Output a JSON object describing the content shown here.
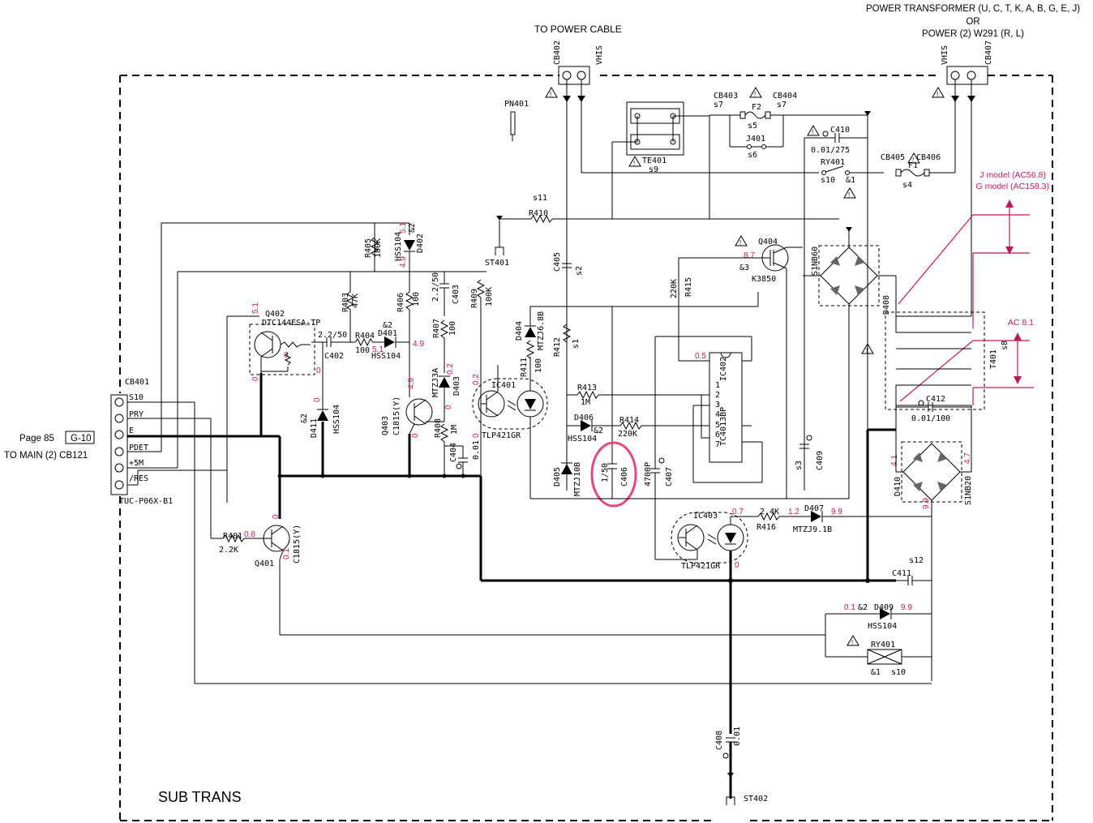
{
  "title": "SUB TRANS",
  "headers": {
    "power_cable": "TO POWER CABLE",
    "transformer_line1": "POWER TRANSFORMER (U, C, T, K, A, B, G, E, J)",
    "transformer_line2": "OR",
    "transformer_line3": "POWER (2) W291 (R, L)"
  },
  "page_ref": {
    "page": "Page 85",
    "grid": "G-10",
    "to": "TO MAIN (2) CB121"
  },
  "connector_cb401": {
    "name": "CB401",
    "pins": [
      "S10",
      "PRY",
      "E",
      "PDET",
      "+5M",
      "/RES"
    ],
    "part": "TUC-P06X-B1"
  },
  "model_notes": {
    "j_model": "J model (AC56.8)",
    "g_model": "G model (AC158.3)",
    "ac_voltage": "AC 8.1"
  },
  "connectors": {
    "cb402": "CB402",
    "cb407": "CB407",
    "vhis": "VHIS",
    "cb403": "CB403",
    "cb404": "CB404",
    "cb405": "CB405",
    "cb406": "CB406",
    "s7": "s7",
    "s5": "s5",
    "s6": "s6",
    "s4": "s4",
    "s9": "s9",
    "s10_1": "s10",
    "s11": "s11",
    "s1": "s1",
    "s2": "s2",
    "s3": "s3",
    "s8": "s8",
    "s12": "s12",
    "s10_2": "s10",
    "amp1": "&1",
    "amp2": "&2",
    "amp3": "&3"
  },
  "parts": {
    "pn401": "PN401",
    "te401": "TE401",
    "f2": "F2",
    "j401": "J401",
    "f1": "F1",
    "c410": "C410",
    "c410_val": "0.01/275",
    "ry401": "RY401",
    "ry401_coil": "RY401",
    "r410": "R410",
    "st401": "ST401",
    "st402": "ST402",
    "q404": "Q404",
    "q404_type": "K3850",
    "d408": "D408",
    "d408_type": "S1NB60",
    "t401": "T401",
    "r405": "R405",
    "r405_val": "100K",
    "d402": "D402",
    "d402_type": "HSS104",
    "r403": "R403",
    "r403_val": "47K",
    "r406": "R406",
    "r406_val": "100",
    "c403": "C403",
    "c403_val": "2.2/50",
    "r409": "R409",
    "r409_val": "100K",
    "c405": "C405",
    "r415": "R415",
    "r415_val": "220K",
    "q402": "Q402",
    "q402_type": "DTC144ESA-TP",
    "c402": "C402",
    "c402_val": "2.2/50",
    "r404": "R404",
    "r404_val": "100",
    "d401": "D401",
    "d401_type": "HSS104",
    "r407": "R407",
    "r407_val": "100",
    "d403": "D403",
    "d403_type": "MTZJ3A",
    "q403": "Q403",
    "q403_type": "C1815(Y)",
    "r408": "R408",
    "r408_val": "1M",
    "c404": "C404",
    "c404_val": "0.01",
    "ic401": "IC401",
    "ic401_type": "TLP421GR",
    "d404": "D404",
    "d404_type": "MTZJ6.8B",
    "r411": "R411",
    "r411_val": "100",
    "r412": "R412",
    "r413": "R413",
    "r413_val": "1M",
    "d406": "D406",
    "d406_type": "HSS104",
    "r414": "R414",
    "r414_val": "220K",
    "d405": "D405",
    "d405_type": "MTZJ10B",
    "c406": "C406",
    "c406_val": "1/50",
    "c407": "C407",
    "c407_val": "4700P",
    "ic402": "IC402",
    "ic402_type": "TC4013BP",
    "c409": "C409",
    "c412": "C412",
    "c412_val": "0.01/100",
    "d410": "D410",
    "d410_type": "S1NB20",
    "ic403": "IC403",
    "ic403_type": "TLP421GR",
    "r416": "R416",
    "r416_val": "2.4K",
    "d407": "D407",
    "d407_type": "MTZJ9.1B",
    "c411": "C411",
    "d409": "D409",
    "d409_type": "HSS104",
    "d411": "D411",
    "d411_type": "HSS104",
    "r401": "R401",
    "r401_val": "2.2K",
    "q401": "Q401",
    "q401_type": "C1815(Y)",
    "c408": "C408",
    "c408_val": "0.01"
  },
  "voltages": {
    "v51_q402": "5.1",
    "v0_q402": "0",
    "v0_q402e": "0",
    "v0_c402": "0",
    "v51_d402": "5.1",
    "v49_d402": "4.9",
    "v49_d401": "4.9",
    "v51_d401": "5.1",
    "v49_q403": "4.9",
    "v0_q403": "0",
    "v02_d403": "0.2",
    "v0_d403": "0",
    "v02_ic401": "0.2",
    "v0_ic401": "0",
    "v0_d411": "0",
    "v87_q404": "8.7",
    "v05_ic402": "0.5",
    "v41_d410": "4.1",
    "v47_d410": "4.7",
    "v99_d410": "9.9",
    "v07_ic403": "0.7",
    "v0_ic403": "0",
    "v12_d407": "1.2",
    "v99_d407": "9.9",
    "v01_d409": "0.1",
    "v99_d409": "9.9",
    "v08_q401": "0.8",
    "v0_q401": "0",
    "v01_q401": "0.1"
  }
}
